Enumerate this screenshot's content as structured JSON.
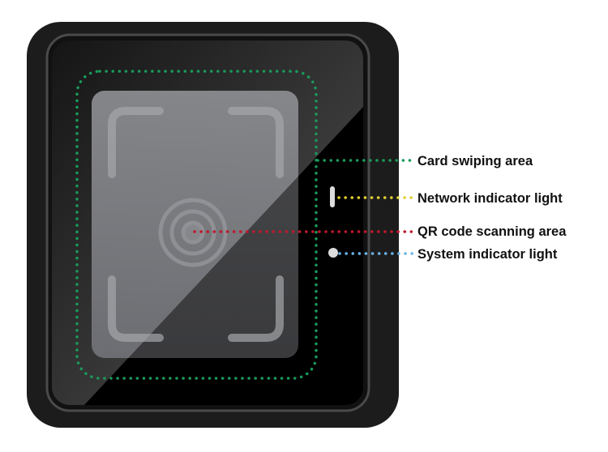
{
  "labels": {
    "card": "Card swiping area",
    "network": "Network indicator light",
    "qr": "QR code scanning area",
    "system": "System indicator light"
  },
  "colors": {
    "card": "#1a9a5a",
    "network": "#e0d030",
    "qr": "#c0182c",
    "system": "#6ab4e8"
  }
}
